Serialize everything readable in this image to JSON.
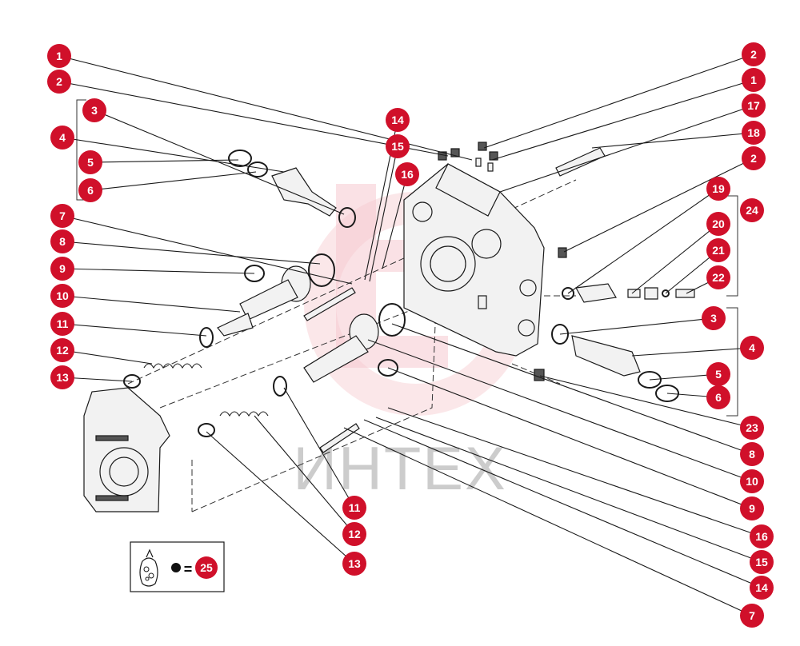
{
  "diagram": {
    "watermark": "ИНТЕХ",
    "accent_color": "#d0102a",
    "legend": {
      "icon": "bag-icon",
      "symbol": "=",
      "label": "25"
    },
    "callouts": [
      {
        "label": "1"
      },
      {
        "label": "2"
      },
      {
        "label": "3"
      },
      {
        "label": "4"
      },
      {
        "label": "5"
      },
      {
        "label": "6"
      },
      {
        "label": "7"
      },
      {
        "label": "8"
      },
      {
        "label": "9"
      },
      {
        "label": "10"
      },
      {
        "label": "11"
      },
      {
        "label": "12"
      },
      {
        "label": "13"
      },
      {
        "label": "14"
      },
      {
        "label": "15"
      },
      {
        "label": "16"
      },
      {
        "label": "2"
      },
      {
        "label": "1"
      },
      {
        "label": "17"
      },
      {
        "label": "18"
      },
      {
        "label": "2"
      },
      {
        "label": "19"
      },
      {
        "label": "24"
      },
      {
        "label": "20"
      },
      {
        "label": "21"
      },
      {
        "label": "22"
      },
      {
        "label": "3"
      },
      {
        "label": "4"
      },
      {
        "label": "5"
      },
      {
        "label": "6"
      },
      {
        "label": "23"
      },
      {
        "label": "8"
      },
      {
        "label": "10"
      },
      {
        "label": "9"
      },
      {
        "label": "16"
      },
      {
        "label": "15"
      },
      {
        "label": "14"
      },
      {
        "label": "7"
      },
      {
        "label": "11"
      },
      {
        "label": "12"
      },
      {
        "label": "13"
      }
    ]
  }
}
